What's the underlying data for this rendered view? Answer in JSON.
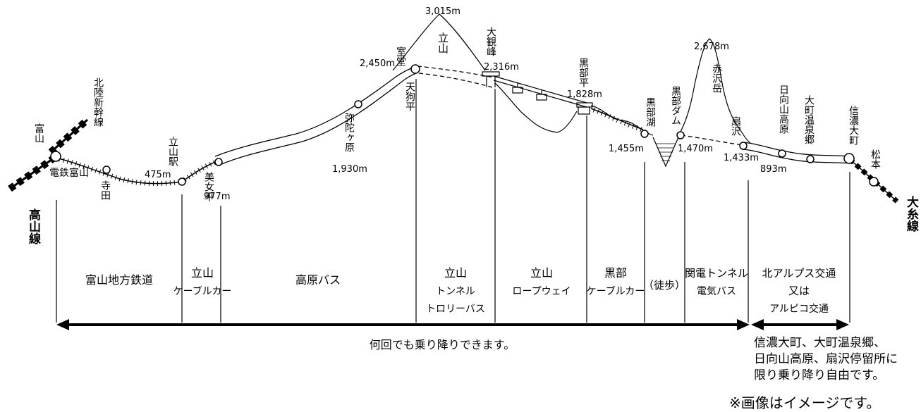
{
  "peaks": {
    "tateyama": {
      "name": "立山",
      "elev": "3,015m"
    },
    "akazawadake": {
      "name": "赤沢岳",
      "elev": "2,678m"
    }
  },
  "stations": {
    "toyama": "富山",
    "dentetsu_toyama": "電鉄富山",
    "terada": "寺田",
    "tateyama_st": {
      "name": "立山駅",
      "elev": "475m"
    },
    "bijodaira": {
      "name": "美女平",
      "elev": "977m"
    },
    "midagahara": {
      "name": "弥陀ヶ原",
      "elev": "1,930m"
    },
    "murodo": {
      "name": "室堂",
      "elev": "2,450m"
    },
    "tengudaira": "天狗平",
    "daikanbo": {
      "name": "大観峰",
      "elev": "2,316m"
    },
    "kurobedaira": {
      "name": "黒部平",
      "elev": "1,828m"
    },
    "kurobeko": {
      "name": "黒部湖",
      "elev": "1,455m"
    },
    "kurobe_dam": {
      "name": "黒部ダム",
      "elev": "1,470m"
    },
    "ogizawa": {
      "name": "扇沢",
      "elev": "1,433m"
    },
    "hinatayama": {
      "name": "日向山高原",
      "elev": "893m"
    },
    "omachi_onsen": "大町温泉郷",
    "shinano_omachi": "信濃大町",
    "matsumoto": "松本"
  },
  "lines": {
    "hokuriku_shinkansen": "北陸新幹線",
    "takayama_line": "高山線",
    "oito_line": "大糸線"
  },
  "segments": [
    {
      "id": "toyama-chiho",
      "lines": [
        "富山地方鉄道"
      ]
    },
    {
      "id": "tateyama-cable",
      "lines": [
        "立山",
        "ケーブルカー"
      ]
    },
    {
      "id": "kogen-bus",
      "lines": [
        "高原バス"
      ]
    },
    {
      "id": "trolley",
      "lines": [
        "立山",
        "トンネル",
        "トロリーバス"
      ]
    },
    {
      "id": "ropeway",
      "lines": [
        "立山",
        "ロープウェイ"
      ]
    },
    {
      "id": "kurobe-cable",
      "lines": [
        "黒部",
        "ケーブルカー"
      ]
    },
    {
      "id": "walk",
      "lines": [
        "（徒歩）"
      ]
    },
    {
      "id": "kanden",
      "lines": [
        "関電トンネル",
        "電気バス"
      ]
    },
    {
      "id": "alpico",
      "lines": [
        "北アルプス交通",
        "又は",
        "アルピコ交通"
      ]
    }
  ],
  "arrows": {
    "main_label": "何回でも乗り降りできます。",
    "sub_note": [
      "信濃大町、大町温泉郷、",
      "日向山高原、扇沢停留所に",
      "限り乗り降り自由です。"
    ]
  },
  "footnote": "※画像はイメージです。"
}
